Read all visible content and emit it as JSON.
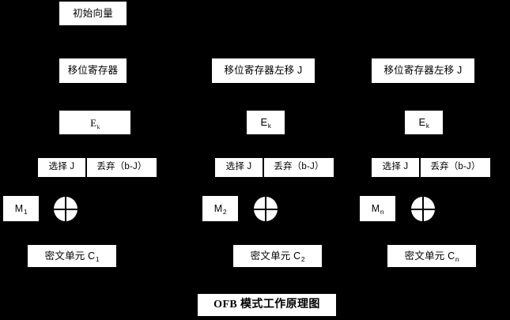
{
  "diagram": {
    "title": "OFB 模式工作原理图",
    "background_color": "#000000",
    "box_color": "#ffffff",
    "text_color": "#000000",
    "initial_vector": "初始向量",
    "shift_registers": [
      "移位寄存器",
      "移位寄存器左移 J",
      "移位寄存器左移 J"
    ],
    "encrypt_blocks": [
      {
        "base": "E",
        "sub": "k"
      },
      {
        "base": "E",
        "sub": "k"
      },
      {
        "base": "E",
        "sub": "k"
      }
    ],
    "select_discard": [
      {
        "select": "选择 J",
        "discard": "丢弃（b-J）"
      },
      {
        "select": "选择 J",
        "discard": "丢弃（b-J）"
      },
      {
        "select": "选择 J",
        "discard": "丢弃（b-J）"
      }
    ],
    "plaintext_units": [
      {
        "base": "M",
        "sub": "1"
      },
      {
        "base": "M",
        "sub": "2"
      },
      {
        "base": "M",
        "sub": "n"
      }
    ],
    "xor_operators": [
      "xor-circle",
      "xor-circle",
      "xor-circle"
    ],
    "ciphertext_units": [
      {
        "label": "密文单元 C",
        "sub": "1"
      },
      {
        "label": "密文单元 C",
        "sub": "2"
      },
      {
        "label": "密文单元 C",
        "sub": "n"
      }
    ]
  }
}
